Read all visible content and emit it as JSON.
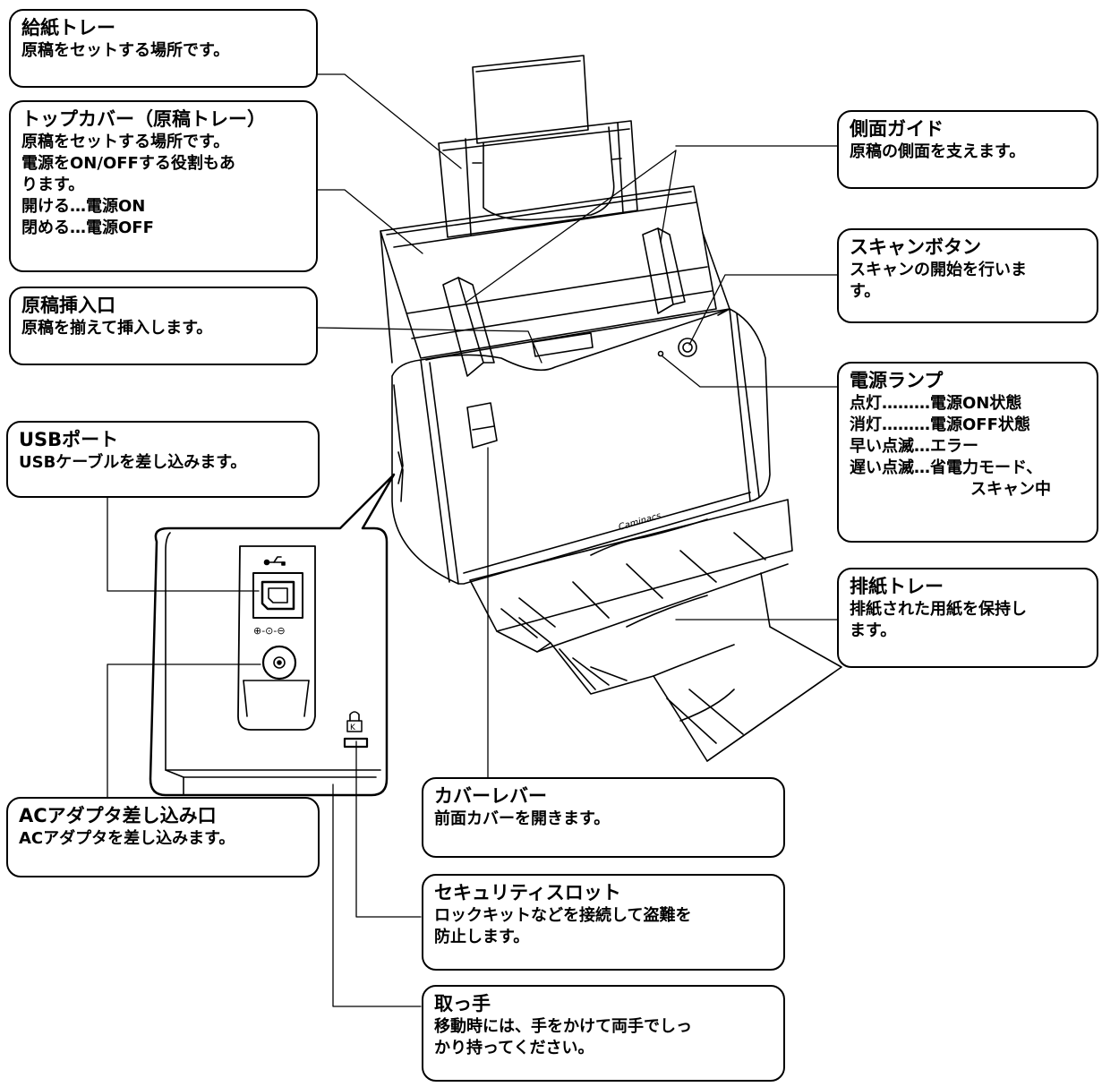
{
  "callouts": {
    "feed_tray": {
      "title": "給紙トレー",
      "lines": [
        "原稿をセットする場所です。"
      ]
    },
    "top_cover": {
      "title": "トップカバー（原稿トレー）",
      "lines": [
        "原稿をセットする場所です。",
        "電源をON/OFFする役割もあ",
        "ります。",
        "開ける…電源ON",
        "閉める…電源OFF"
      ]
    },
    "doc_slot": {
      "title": "原稿挿入口",
      "lines": [
        "原稿を揃えて挿入します。"
      ]
    },
    "usb_port": {
      "title": "USBポート",
      "lines": [
        "USBケーブルを差し込みます。"
      ]
    },
    "ac_port": {
      "title": "ACアダプタ差し込み口",
      "lines": [
        "ACアダプタを差し込みます。"
      ]
    },
    "side_guide": {
      "title": "側面ガイド",
      "lines": [
        "原稿の側面を支えます。"
      ]
    },
    "scan_button": {
      "title": "スキャンボタン",
      "lines": [
        "スキャンの開始を行いま",
        "す。"
      ]
    },
    "power_lamp": {
      "title": "電源ランプ",
      "rows": [
        {
          "k": "点灯………",
          "v": "電源ON状態"
        },
        {
          "k": "消灯………",
          "v": "電源OFF状態"
        },
        {
          "k": "早い点滅…",
          "v": "エラー"
        },
        {
          "k": "遅い点滅…",
          "v": "省電力モード、"
        }
      ],
      "cont": "スキャン中"
    },
    "output_tray": {
      "title": "排紙トレー",
      "lines": [
        "排紙された用紙を保持し",
        "ます。"
      ]
    },
    "cover_lever": {
      "title": "カバーレバー",
      "lines": [
        "前面カバーを開きます。"
      ]
    },
    "security_slot": {
      "title": "セキュリティスロット",
      "lines": [
        "ロックキットなどを接続して盗難を",
        "防止します。"
      ]
    },
    "handle": {
      "title": "取っ手",
      "lines": [
        "移動時には、手をかけて両手でしっ",
        "かり持ってください。"
      ]
    }
  },
  "device": {
    "brand": "Caminacs",
    "port_symbol": "⊕-⊙-⊖"
  }
}
